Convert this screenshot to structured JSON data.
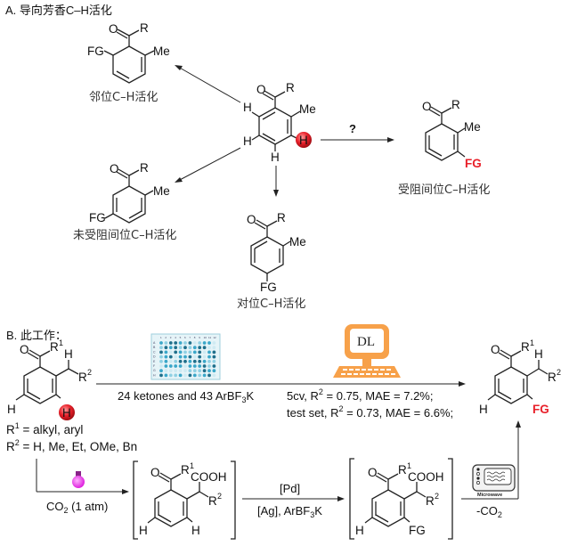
{
  "section_a": {
    "title": "A. 导向芳香C–H活化",
    "center_substrate": {
      "carbonyl_o": "O",
      "r": "R",
      "me": "Me",
      "h": "H",
      "highlighted_h": "H"
    },
    "arrow_question": "?",
    "products": {
      "ortho": {
        "fg": "FG",
        "o": "O",
        "r": "R",
        "me": "Me",
        "label": "邻位C–H活化"
      },
      "meta_unhindered": {
        "fg": "FG",
        "o": "O",
        "r": "R",
        "me": "Me",
        "label": "未受阻间位C–H活化"
      },
      "para": {
        "fg": "FG",
        "o": "O",
        "r": "R",
        "me": "Me",
        "label": "对位C–H活化"
      },
      "meta_hindered": {
        "fg": "FG",
        "o": "O",
        "r": "R",
        "me": "Me",
        "label": "受阻间位C–H活化"
      }
    }
  },
  "section_b": {
    "title": "B. 此工作：",
    "substrate": {
      "o": "O",
      "r": "R",
      "sup1": "1",
      "sup2": "2",
      "h": "H"
    },
    "r1_def": {
      "prefix": "R",
      "sup": "1",
      "text": " = alkyl, aryl"
    },
    "r2_def": {
      "prefix": "R",
      "sup": "2",
      "text": " = H, Me, Et, OMe, Bn"
    },
    "plate_rows": [
      "A",
      "B",
      "C",
      "D",
      "E",
      "F",
      "G",
      "H"
    ],
    "plate_cols": [
      "1",
      "2",
      "3",
      "4",
      "5",
      "6",
      "7",
      "8",
      "9",
      "10",
      "11",
      "12"
    ],
    "dataset_text": {
      "a": "24 ketones and 43 ArBF",
      "sub": "3",
      "b": "K"
    },
    "computer_label": "DL",
    "metrics": [
      {
        "a": "5cv, R",
        "sup": "2",
        "b": " = 0.75, MAE = 7.2%;"
      },
      {
        "a": "test set, R",
        "sup": "2",
        "b": " = 0.73, MAE = 6.6%;"
      }
    ],
    "product": {
      "fg": "FG",
      "h": "H"
    },
    "step1": {
      "a": "CO",
      "sub": "2",
      "b": " (1 atm)"
    },
    "intermediate1": {
      "cooh": "COOH",
      "h": "H"
    },
    "step2": {
      "top": "[Pd]",
      "bottom_a": "[Ag], ArBF",
      "bottom_sub": "3",
      "bottom_b": "K"
    },
    "intermediate2": {
      "cooh": "COOH",
      "h": "H",
      "fg": "FG"
    },
    "step3": {
      "icon_label": "Microwave",
      "a": "-CO",
      "sub": "2"
    },
    "colors": {
      "highlight_red": "#e8202a",
      "computer_orange": "#f7a14a",
      "bulb_magenta": "#ee44ee",
      "plate_teal": "#2a8fb0"
    }
  }
}
